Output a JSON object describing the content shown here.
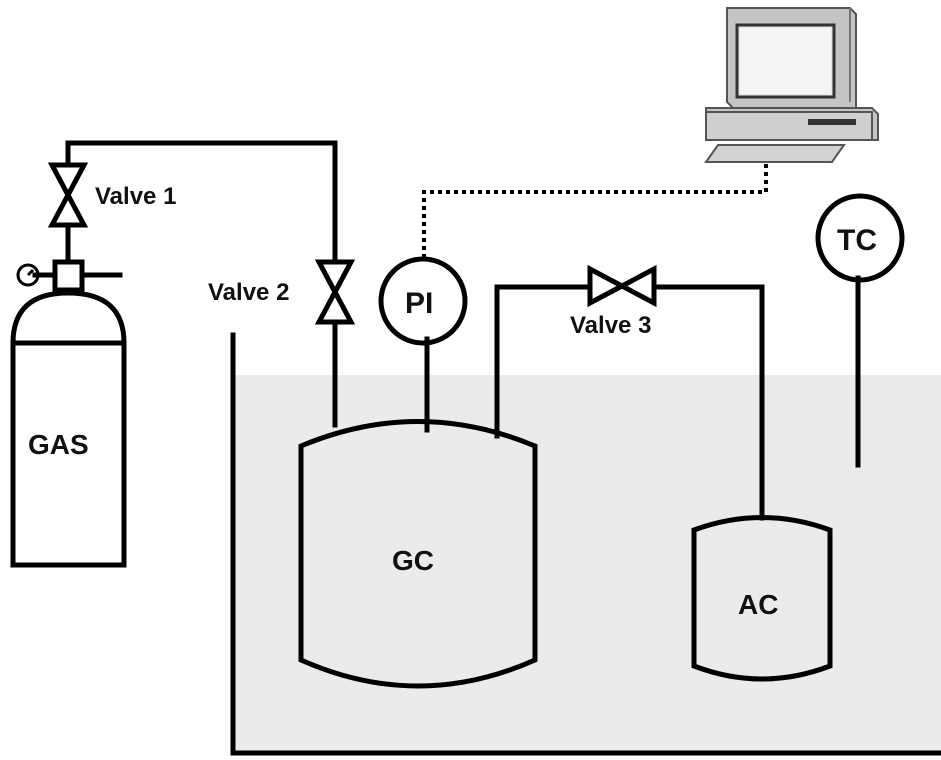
{
  "labels": {
    "gas": "GAS",
    "valve1": "Valve 1",
    "valve2": "Valve 2",
    "valve3": "Valve 3",
    "pi": "PI",
    "tc": "TC",
    "gc": "GC",
    "ac": "AC"
  },
  "colors": {
    "bath": "#ebebeb",
    "line": "#000000",
    "computer_body": "#c4c4c4",
    "computer_screen": "#e6e6e6"
  },
  "icons": {
    "computer": "computer-icon",
    "pressure_gauge": "gauge-icon",
    "valve": "valve-icon"
  }
}
